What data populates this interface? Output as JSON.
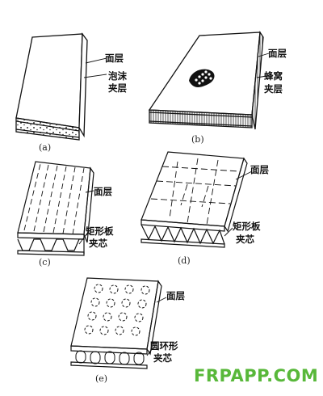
{
  "figures": {
    "a": {
      "caption": "(a)",
      "labels": [
        "面层",
        "泡沫",
        "夹层"
      ]
    },
    "b": {
      "caption": "(b)",
      "labels": [
        "面层",
        "蜂窝",
        "夹层"
      ]
    },
    "c": {
      "caption": "(c)",
      "labels": [
        "面层",
        "矩形板",
        "夹芯"
      ]
    },
    "d": {
      "caption": "(d)",
      "labels": [
        "面层",
        "矩形板",
        "夹芯"
      ]
    },
    "e": {
      "caption": "(e)",
      "labels": [
        "面层",
        "圆环形",
        "夹芯"
      ]
    }
  },
  "watermark": "FRPAPP.COM"
}
